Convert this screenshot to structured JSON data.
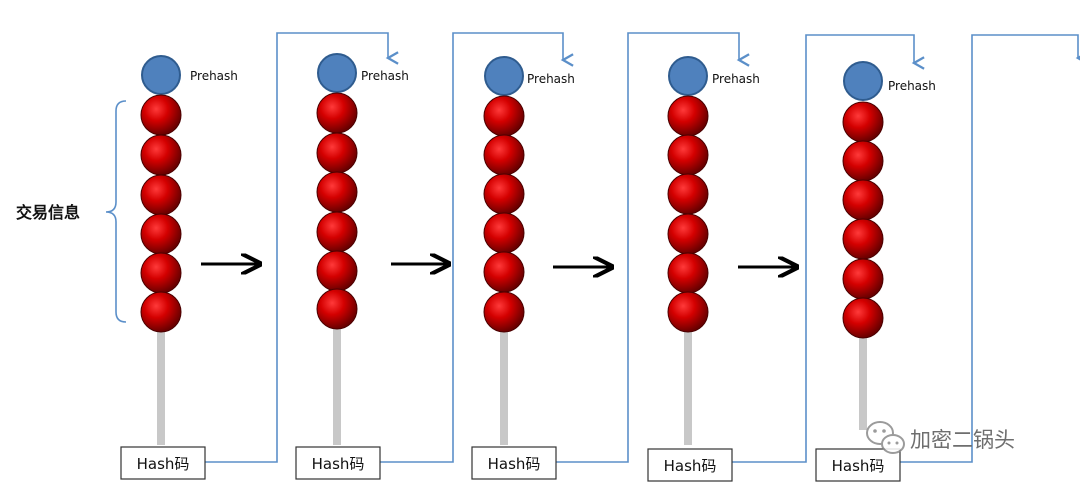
{
  "diagram": {
    "prehash_label": "Prehash",
    "hash_label": "Hash码",
    "bracket_label": "交易信息",
    "block_count": 5,
    "balls_per_block": 6,
    "watermark": "加密二锅头",
    "colors": {
      "prehash_fill": "#4f81bd",
      "prehash_stroke": "#2f5c8f",
      "ball_fill": "#c00000",
      "ball_stroke": "#4a0000",
      "stick": "#c8c8c8",
      "link_line": "#5b8fc9",
      "arrow": "#000000",
      "box_stroke": "#333333",
      "watermark": "#6e6e6e"
    },
    "icons": {
      "prehash": "blue-circle",
      "transaction": "red-ball",
      "watermark": "wechat-icon"
    }
  }
}
